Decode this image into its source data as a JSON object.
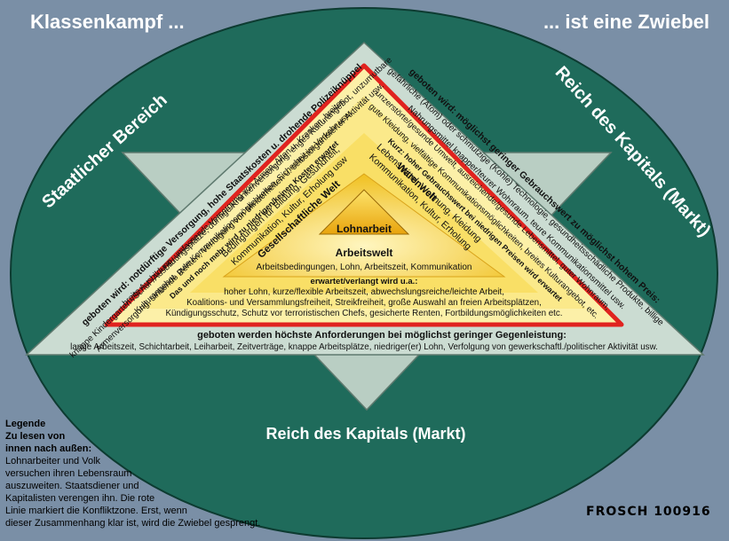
{
  "header": {
    "left": "Klassenkampf ...",
    "right": "... ist eine Zwiebel"
  },
  "labels": {
    "staat": "Staatlicher Bereich",
    "kapital_right": "Reich des Kapitals (Markt)",
    "kapital_bottom": "Reich des Kapitals (Markt)"
  },
  "layers": {
    "outer_left_heading": "geboten wird: notdürftige Versorgung, hohe Staatskosten u. drohende Polizeiknüppel",
    "outer_left_1": "knappe Kindergarten-/Schul-/Ausbildungsplätze, dürftige Krankenversorgung, enges Kulturangebot, unzumutbare",
    "outer_left_2": "Armenversorgung, sinkende Renten, Verfolgung von Minderheiten u. selbstorganisierter Aktivität usw.",
    "outer_right_heading": "geboten wird: möglichst geringer Gebrauchswert zu möglichst hohem Preis:",
    "outer_right_1": "gefährliche (Atom) oder schmutzige (Kohle) Technologie, gesundheitsschädliche Produkte, billige",
    "outer_right_2": "Nahrungsmittel knapper/teurer Wohnraum, teure Kommunikationsmittel usw.",
    "red_left_heading": "Das und noch mehr wird zu niedrigen/keinen Kosten erwartet",
    "red_left_1": "breite Ausbildung, umfassende Versorgung von Armen, Alten u. Kranken, breites",
    "red_left_2": "Kulturangebot, gute Kommunikationsmöglichkeiten, Sicherheit im Verkehr usw.",
    "red_right_heading": "Kurz: hoher Gebrauchswert bei niedrigen Preisen wird erwartet",
    "red_right_1": "unzerstörte/gesunde Umwelt, ausreichende/gesunde Lebensmittel, guter Wohnraum,",
    "red_right_2": "gute Kleidung, vielfältige Kommunikationsmöglichkeiten, breites Kulturangebot, etc.",
    "gw_heading": "Gesellschaftliche Welt",
    "gw_1": "Bedingungen für Bildung, Gesundheit,",
    "gw_2": "Kommunikation, Kultur, Erholung usw",
    "ww_heading": "Warenwelt",
    "ww_1": "Lebensmittel, Wohnung, Kleidung",
    "ww_2": "Kommunikation, Kultur, Erholung",
    "core": "Lohnarbeit",
    "aw_heading": "Arbeitswelt",
    "aw_sub": "Arbeitsbedingungen, Lohn, Arbeitszeit, Kommunikation",
    "expected_heading": "erwartet/verlangt wird u.a.:",
    "expected_1": "hoher Lohn, kurze/flexible Arbeitszeit, abwechslungsreiche/leichte Arbeit,",
    "expected_2": "Koalitions- und Versammlungsfreiheit, Streikfreiheit, große Auswahl an freien Arbeitsplätzen,",
    "expected_3": "Kündigungsschutz, Schutz vor terroristischen Chefs, gesicherte Renten, Fortbildungsmöglichkeiten etc.",
    "offered_heading": "geboten werden höchste Anforderungen bei möglichst geringer Gegenleistung:",
    "offered_1": "lange Arbeitszeit, Schichtarbeit, Leiharbeit, Zeitverträge, knappe Arbeitsplätze, niedriger(er) Lohn,  Verfolgung von gewerkschaftl./politischer Aktivität usw."
  },
  "legend": {
    "heading_1": "Legende",
    "heading_2": "Zu lesen von",
    "heading_3": "innen nach außen:",
    "body_1": "Lohnarbeiter und Volk",
    "body_2": "versuchen ihren Lebensraum",
    "body_3": "auszuweiten. Staatsdiener und",
    "body_4": "Kapitalisten verengen ihn. Die rote",
    "body_5": "Linie markiert die Konfliktzone.  Erst, wenn",
    "body_6": "dieser Zusammenhang klar ist, wird die Zwiebel gesprengt."
  },
  "signature": "FROSCH 100916",
  "colors": {
    "background": "#7a8fa6",
    "ellipse": "#1f6b5b",
    "triangle": "#c9d8cf",
    "conflict_line": "#e0231f",
    "yellow_light": "#fbf2a6",
    "yellow_mid": "#f8e06a",
    "yellow_core": "#f3c526",
    "text_white": "#ffffff"
  }
}
